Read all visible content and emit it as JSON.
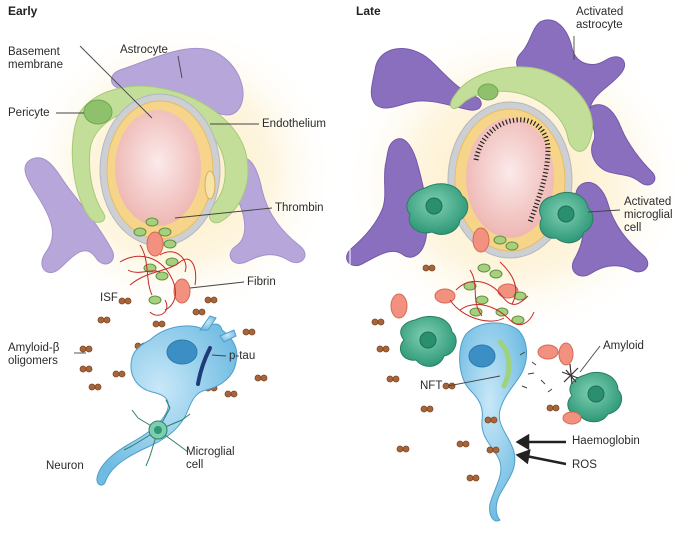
{
  "panels": {
    "early": {
      "title": "Early",
      "labels": {
        "astrocyte": "Astrocyte",
        "basement_membrane": "Basement\nmembrane",
        "pericyte": "Pericyte",
        "endothelium": "Endothelium",
        "thrombin": "Thrombin",
        "fibrin": "Fibrin",
        "isf": "ISF",
        "amyloid_oligomers": "Amyloid-β\noligomers",
        "p_tau": "p-tau",
        "neuron": "Neuron",
        "microglial_cell": "Microglial\ncell"
      }
    },
    "late": {
      "title": "Late",
      "labels": {
        "activated_astrocyte": "Activated\nastrocyte",
        "activated_microglial_cell": "Activated\nmicroglial\ncell",
        "amyloid": "Amyloid",
        "nft": "NFT",
        "haemoglobin": "Haemoglobin",
        "ros": "ROS"
      }
    }
  },
  "colors": {
    "astrocyte": "#b3a2d6",
    "activated_astrocyte": "#8b6fbf",
    "pericyte": "#bcd98f",
    "endothelium": "#f6d78d",
    "basement_membrane": "#cfd2d6",
    "lumen": "#f2c8c4",
    "neuron": "#7fc3e6",
    "microglia": "#3ea987",
    "red_cell": "#f0917e",
    "amyloid_dot": "#a8653a",
    "fibrin": "#c62828",
    "glow": "#fde7b0"
  },
  "icons": [
    "red-blood-cell-icon",
    "thrombin-icon",
    "amyloid-oligomer-icon",
    "microglia-icon",
    "neuron-icon"
  ]
}
